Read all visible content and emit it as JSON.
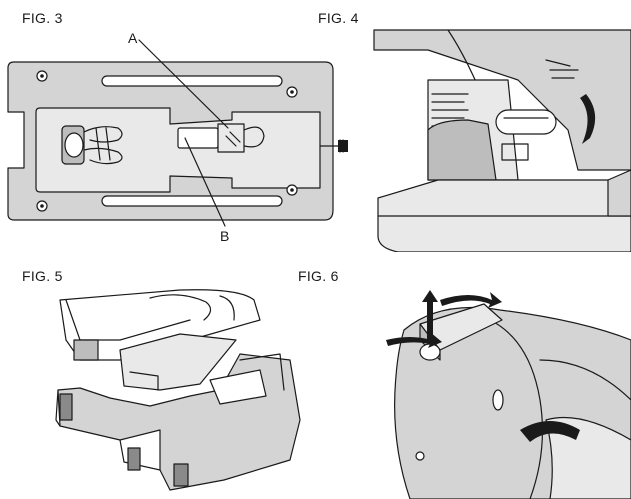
{
  "figures": {
    "fig3": {
      "title": "FIG. 3",
      "callout_a": "A",
      "callout_b": "B"
    },
    "fig4": {
      "title": "FIG. 4"
    },
    "fig5": {
      "title": "FIG. 5"
    },
    "fig6": {
      "title": "FIG. 6"
    }
  },
  "colors": {
    "ink": "#1a1a1a",
    "shade": "#d4d4d4",
    "background": "#ffffff"
  }
}
